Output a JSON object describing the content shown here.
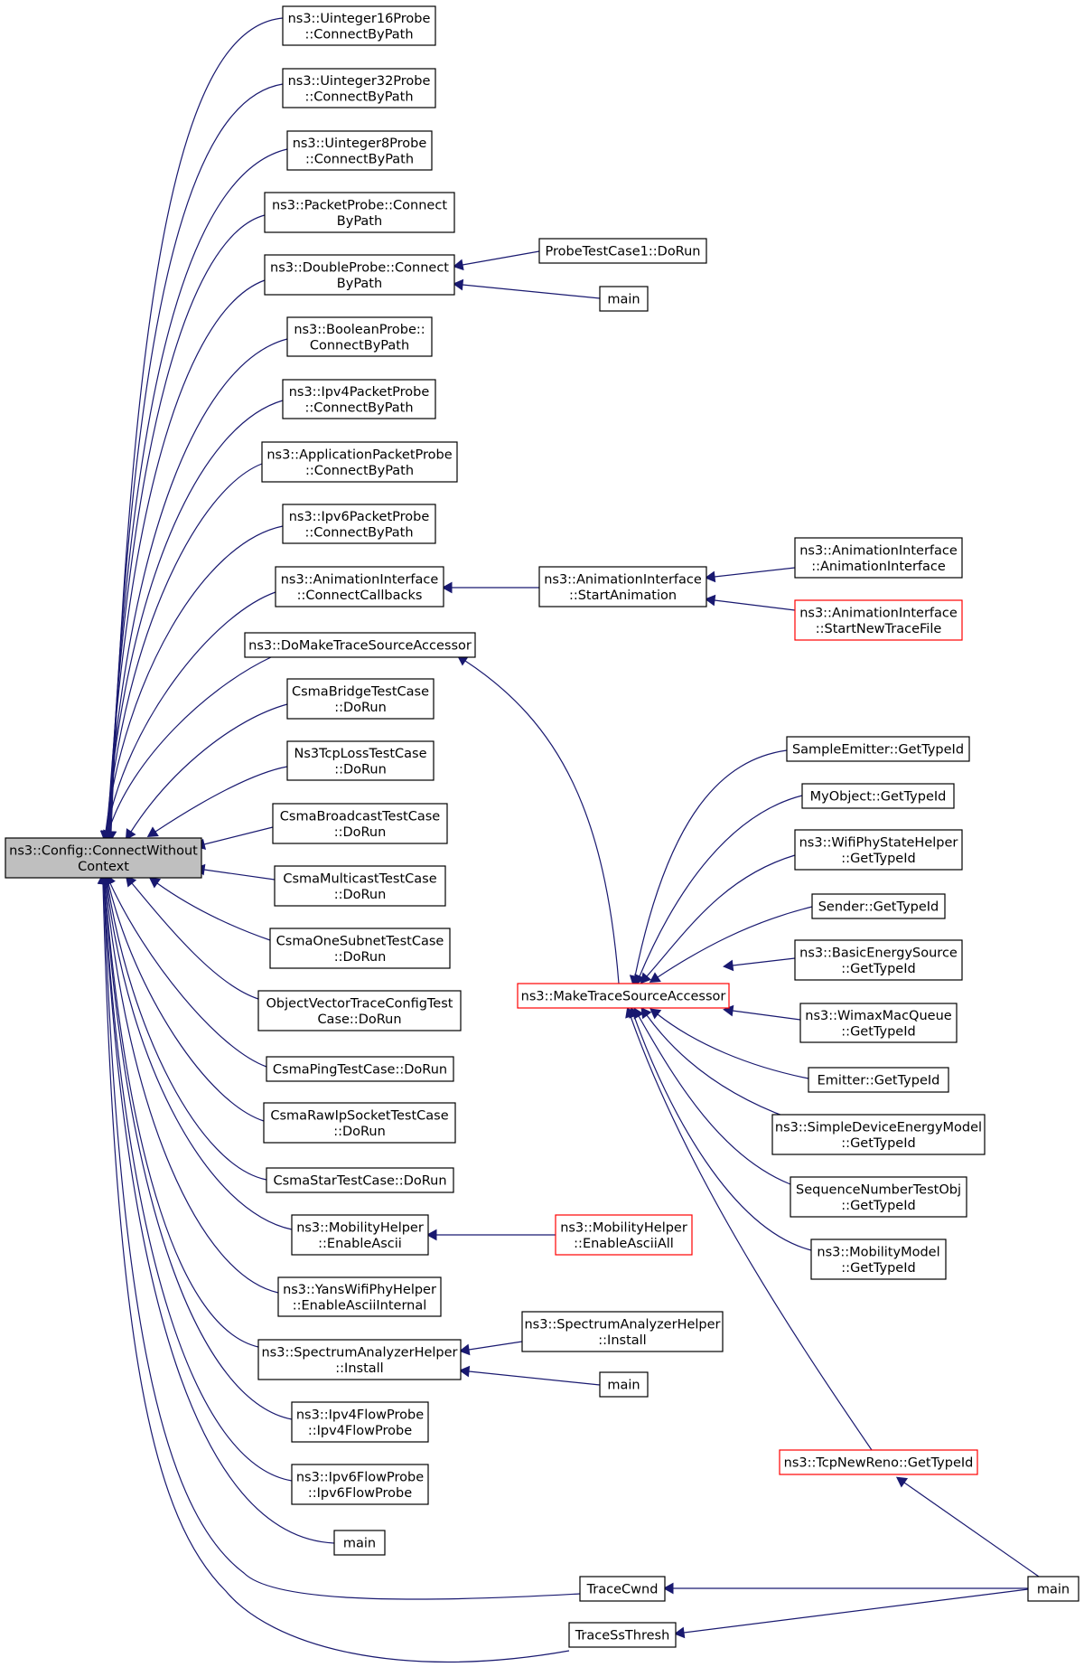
{
  "graph": {
    "colors": {
      "edge": "#191970",
      "node_border": "#000000",
      "node_border_truncated": "#ff0000",
      "root_fill": "#bfbfbf"
    },
    "nodes": [
      {
        "id": "root",
        "lines": [
          "ns3::Config::ConnectWithout",
          "Context"
        ],
        "style": "root"
      },
      {
        "id": "u16",
        "lines": [
          "ns3::Uinteger16Probe",
          "::ConnectByPath"
        ]
      },
      {
        "id": "u32",
        "lines": [
          "ns3::Uinteger32Probe",
          "::ConnectByPath"
        ]
      },
      {
        "id": "u8",
        "lines": [
          "ns3::Uinteger8Probe",
          "::ConnectByPath"
        ]
      },
      {
        "id": "pkt",
        "lines": [
          "ns3::PacketProbe::Connect",
          "ByPath"
        ]
      },
      {
        "id": "dbl",
        "lines": [
          "ns3::DoubleProbe::Connect",
          "ByPath"
        ]
      },
      {
        "id": "bool",
        "lines": [
          "ns3::BooleanProbe::",
          "ConnectByPath"
        ]
      },
      {
        "id": "ipv4pp",
        "lines": [
          "ns3::Ipv4PacketProbe",
          "::ConnectByPath"
        ]
      },
      {
        "id": "apppp",
        "lines": [
          "ns3::ApplicationPacketProbe",
          "::ConnectByPath"
        ]
      },
      {
        "id": "ipv6pp",
        "lines": [
          "ns3::Ipv6PacketProbe",
          "::ConnectByPath"
        ]
      },
      {
        "id": "animcc",
        "lines": [
          "ns3::AnimationInterface",
          "::ConnectCallbacks"
        ]
      },
      {
        "id": "domake",
        "lines": [
          "ns3::DoMakeTraceSourceAccessor"
        ]
      },
      {
        "id": "csmabridge",
        "lines": [
          "CsmaBridgeTestCase",
          "::DoRun"
        ]
      },
      {
        "id": "ns3tcploss",
        "lines": [
          "Ns3TcpLossTestCase",
          "::DoRun"
        ]
      },
      {
        "id": "csmabcast",
        "lines": [
          "CsmaBroadcastTestCase",
          "::DoRun"
        ]
      },
      {
        "id": "csmamcast",
        "lines": [
          "CsmaMulticastTestCase",
          "::DoRun"
        ]
      },
      {
        "id": "csmaone",
        "lines": [
          "CsmaOneSubnetTestCase",
          "::DoRun"
        ]
      },
      {
        "id": "objvec",
        "lines": [
          "ObjectVectorTraceConfigTest",
          "Case::DoRun"
        ]
      },
      {
        "id": "csmaping",
        "lines": [
          "CsmaPingTestCase::DoRun"
        ]
      },
      {
        "id": "csmarawip",
        "lines": [
          "CsmaRawIpSocketTestCase",
          "::DoRun"
        ]
      },
      {
        "id": "csmastar",
        "lines": [
          "CsmaStarTestCase::DoRun"
        ]
      },
      {
        "id": "mobascii",
        "lines": [
          "ns3::MobilityHelper",
          "::EnableAscii"
        ]
      },
      {
        "id": "yans",
        "lines": [
          "ns3::YansWifiPhyHelper",
          "::EnableAsciiInternal"
        ]
      },
      {
        "id": "specinst",
        "lines": [
          "ns3::SpectrumAnalyzerHelper",
          "::Install"
        ]
      },
      {
        "id": "ipv4flow",
        "lines": [
          "ns3::Ipv4FlowProbe",
          "::Ipv4FlowProbe"
        ]
      },
      {
        "id": "ipv6flow",
        "lines": [
          "ns3::Ipv6FlowProbe",
          "::Ipv6FlowProbe"
        ]
      },
      {
        "id": "main_a",
        "lines": [
          "main"
        ]
      },
      {
        "id": "tracecwnd",
        "lines": [
          "TraceCwnd"
        ]
      },
      {
        "id": "tracess",
        "lines": [
          "TraceSsThresh"
        ]
      },
      {
        "id": "probetc",
        "lines": [
          "ProbeTestCase1::DoRun"
        ]
      },
      {
        "id": "main_b",
        "lines": [
          "main"
        ]
      },
      {
        "id": "animstart",
        "lines": [
          "ns3::AnimationInterface",
          "::StartAnimation"
        ]
      },
      {
        "id": "animctor",
        "lines": [
          "ns3::AnimationInterface",
          "::AnimationInterface"
        ]
      },
      {
        "id": "animnew",
        "lines": [
          "ns3::AnimationInterface",
          "::StartNewTraceFile"
        ],
        "style": "red"
      },
      {
        "id": "maketsa",
        "lines": [
          "ns3::MakeTraceSourceAccessor"
        ],
        "style": "red"
      },
      {
        "id": "sampleem",
        "lines": [
          "SampleEmitter::GetTypeId"
        ]
      },
      {
        "id": "myobj",
        "lines": [
          "MyObject::GetTypeId"
        ]
      },
      {
        "id": "wifiphy",
        "lines": [
          "ns3::WifiPhyStateHelper",
          "::GetTypeId"
        ]
      },
      {
        "id": "sender",
        "lines": [
          "Sender::GetTypeId"
        ]
      },
      {
        "id": "basicen",
        "lines": [
          "ns3::BasicEnergySource",
          "::GetTypeId"
        ]
      },
      {
        "id": "wimax",
        "lines": [
          "ns3::WimaxMacQueue",
          "::GetTypeId"
        ]
      },
      {
        "id": "emitter",
        "lines": [
          "Emitter::GetTypeId"
        ]
      },
      {
        "id": "simpledev",
        "lines": [
          "ns3::SimpleDeviceEnergyModel",
          "::GetTypeId"
        ]
      },
      {
        "id": "seqnum",
        "lines": [
          "SequenceNumberTestObj",
          "::GetTypeId"
        ]
      },
      {
        "id": "mobmodel",
        "lines": [
          "ns3::MobilityModel",
          "::GetTypeId"
        ]
      },
      {
        "id": "mobasciiall",
        "lines": [
          "ns3::MobilityHelper",
          "::EnableAsciiAll"
        ],
        "style": "red"
      },
      {
        "id": "specinst2",
        "lines": [
          "ns3::SpectrumAnalyzerHelper",
          "::Install"
        ]
      },
      {
        "id": "main_c",
        "lines": [
          "main"
        ]
      },
      {
        "id": "tcpnewreno",
        "lines": [
          "ns3::TcpNewReno::GetTypeId"
        ],
        "style": "red"
      },
      {
        "id": "main_d",
        "lines": [
          "main"
        ]
      }
    ],
    "edges": [
      {
        "from": "u16",
        "to": "root"
      },
      {
        "from": "u32",
        "to": "root"
      },
      {
        "from": "u8",
        "to": "root"
      },
      {
        "from": "pkt",
        "to": "root"
      },
      {
        "from": "dbl",
        "to": "root"
      },
      {
        "from": "bool",
        "to": "root"
      },
      {
        "from": "ipv4pp",
        "to": "root"
      },
      {
        "from": "apppp",
        "to": "root"
      },
      {
        "from": "ipv6pp",
        "to": "root"
      },
      {
        "from": "animcc",
        "to": "root"
      },
      {
        "from": "domake",
        "to": "root"
      },
      {
        "from": "csmabridge",
        "to": "root"
      },
      {
        "from": "ns3tcploss",
        "to": "root"
      },
      {
        "from": "csmabcast",
        "to": "root"
      },
      {
        "from": "csmamcast",
        "to": "root"
      },
      {
        "from": "csmaone",
        "to": "root"
      },
      {
        "from": "objvec",
        "to": "root"
      },
      {
        "from": "csmaping",
        "to": "root"
      },
      {
        "from": "csmarawip",
        "to": "root"
      },
      {
        "from": "csmastar",
        "to": "root"
      },
      {
        "from": "mobascii",
        "to": "root"
      },
      {
        "from": "yans",
        "to": "root"
      },
      {
        "from": "specinst",
        "to": "root"
      },
      {
        "from": "ipv4flow",
        "to": "root"
      },
      {
        "from": "ipv6flow",
        "to": "root"
      },
      {
        "from": "main_a",
        "to": "root"
      },
      {
        "from": "tracecwnd",
        "to": "root"
      },
      {
        "from": "tracess",
        "to": "root"
      },
      {
        "from": "probetc",
        "to": "dbl"
      },
      {
        "from": "main_b",
        "to": "dbl"
      },
      {
        "from": "animstart",
        "to": "animcc"
      },
      {
        "from": "animctor",
        "to": "animstart"
      },
      {
        "from": "animnew",
        "to": "animstart"
      },
      {
        "from": "maketsa",
        "to": "domake"
      },
      {
        "from": "sampleem",
        "to": "maketsa"
      },
      {
        "from": "myobj",
        "to": "maketsa"
      },
      {
        "from": "wifiphy",
        "to": "maketsa"
      },
      {
        "from": "sender",
        "to": "maketsa"
      },
      {
        "from": "basicen",
        "to": "maketsa"
      },
      {
        "from": "wimax",
        "to": "maketsa"
      },
      {
        "from": "emitter",
        "to": "maketsa"
      },
      {
        "from": "simpledev",
        "to": "maketsa"
      },
      {
        "from": "seqnum",
        "to": "maketsa"
      },
      {
        "from": "mobmodel",
        "to": "maketsa"
      },
      {
        "from": "tcpnewreno",
        "to": "maketsa"
      },
      {
        "from": "mobasciiall",
        "to": "mobascii"
      },
      {
        "from": "specinst2",
        "to": "specinst"
      },
      {
        "from": "main_c",
        "to": "specinst"
      },
      {
        "from": "main_d",
        "to": "tcpnewreno"
      },
      {
        "from": "main_d",
        "to": "tracecwnd"
      },
      {
        "from": "main_d",
        "to": "tracess"
      }
    ]
  }
}
